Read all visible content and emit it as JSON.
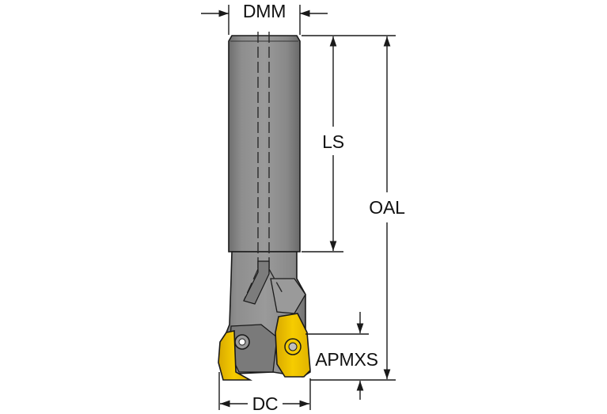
{
  "diagram": {
    "labels": {
      "dmm": "DMM",
      "ls": "LS",
      "oal": "OAL",
      "apmxs": "APMXS",
      "dc": "DC"
    },
    "colors": {
      "shank": "#8c8c8c",
      "shank_dark": "#6f6f6f",
      "body": "#8a8a8a",
      "insert": "#f2c500",
      "insert_dark": "#c79a00",
      "lines": "#1a1a1a"
    }
  }
}
